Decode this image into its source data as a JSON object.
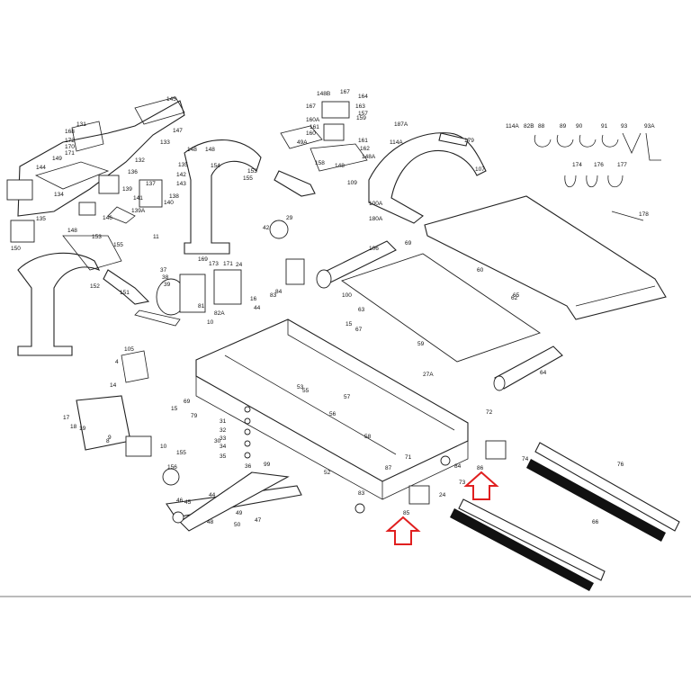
{
  "callouts": {
    "top_center": [
      "148B",
      "167",
      "164",
      "167",
      "163",
      "157",
      "159",
      "160A",
      "161",
      "160",
      "161",
      "162",
      "148A",
      "49A",
      "158",
      "148"
    ],
    "top_left": [
      "145",
      "131",
      "147",
      "149",
      "148",
      "168",
      "172",
      "170",
      "171",
      "133",
      "135",
      "144",
      "132",
      "136",
      "137",
      "139",
      "134",
      "138",
      "140",
      "139A",
      "141",
      "142",
      "143",
      "146",
      "135",
      "148",
      "150"
    ],
    "wires": [
      "114A",
      "82B",
      "88",
      "89",
      "90",
      "91",
      "93",
      "93A",
      "174",
      "176",
      "177",
      "178"
    ],
    "console": [
      "107",
      "109",
      "100A",
      "180A",
      "114A",
      "187A",
      "179"
    ],
    "uprights": [
      "148",
      "153",
      "154",
      "155",
      "153",
      "155",
      "152",
      "151",
      "173",
      "171",
      "169",
      "11",
      "42"
    ],
    "motor": [
      "29",
      "24",
      "37",
      "38",
      "39",
      "81",
      "82A",
      "10",
      "16",
      "44",
      "83",
      "84",
      "100",
      "106",
      "60",
      "63",
      "67",
      "15",
      "69",
      "62"
    ],
    "frame": [
      "59",
      "64",
      "65",
      "27A",
      "57",
      "53",
      "56",
      "58",
      "87",
      "71",
      "72",
      "73",
      "74",
      "76",
      "66",
      "84",
      "85",
      "86",
      "83",
      "24",
      "55",
      "52",
      "31",
      "32",
      "33",
      "34",
      "35",
      "30",
      "36",
      "105",
      "4",
      "14",
      "69",
      "15",
      "79",
      "17",
      "18",
      "19",
      "9",
      "10",
      "8",
      "155",
      "156",
      "45",
      "46",
      "47",
      "48",
      "49",
      "50",
      "44",
      "99"
    ]
  },
  "arrows": [
    "red-arrow-left",
    "red-arrow-right"
  ],
  "colors": {
    "arrow": "#e01f1f",
    "line": "#222222"
  }
}
